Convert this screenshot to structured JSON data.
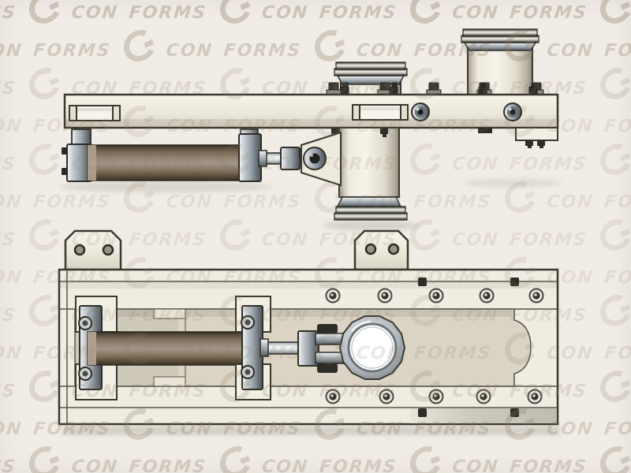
{
  "image": {
    "kind": "technical product illustration",
    "views": [
      {
        "id": "side-elevation-view"
      },
      {
        "id": "top-plan-view"
      }
    ]
  },
  "watermark": {
    "text": "CON FORMS",
    "logo": "con-forms-ring-logo",
    "color": "#8a7b63",
    "font_size": 22,
    "row_pitch": 48,
    "rows": 13,
    "units_per_row": 5,
    "row_offsets": [
      -150,
      -30
    ],
    "row_opacities": [
      0.34,
      0.3,
      0.18,
      0.15,
      0.14,
      0.14,
      0.14,
      0.14,
      0.15,
      0.17,
      0.2,
      0.26,
      0.28
    ]
  },
  "palette": {
    "background": "#f1ede6",
    "outline": "#3b382f",
    "body_light": "#f4f1e8",
    "body_shade": "#dcd7c8",
    "pocket": "#dbd4c5",
    "metal_light": "#f2f4f4",
    "metal_mid": "#a7b0b7",
    "metal_dark": "#4d555c",
    "barrel_brown_light": "#a2948a",
    "barrel_brown_mid": "#8a7b69",
    "barrel_brown_dark": "#3a3227",
    "bolt_dark": "#2e2c27",
    "ring_inner": "#ffffff"
  }
}
